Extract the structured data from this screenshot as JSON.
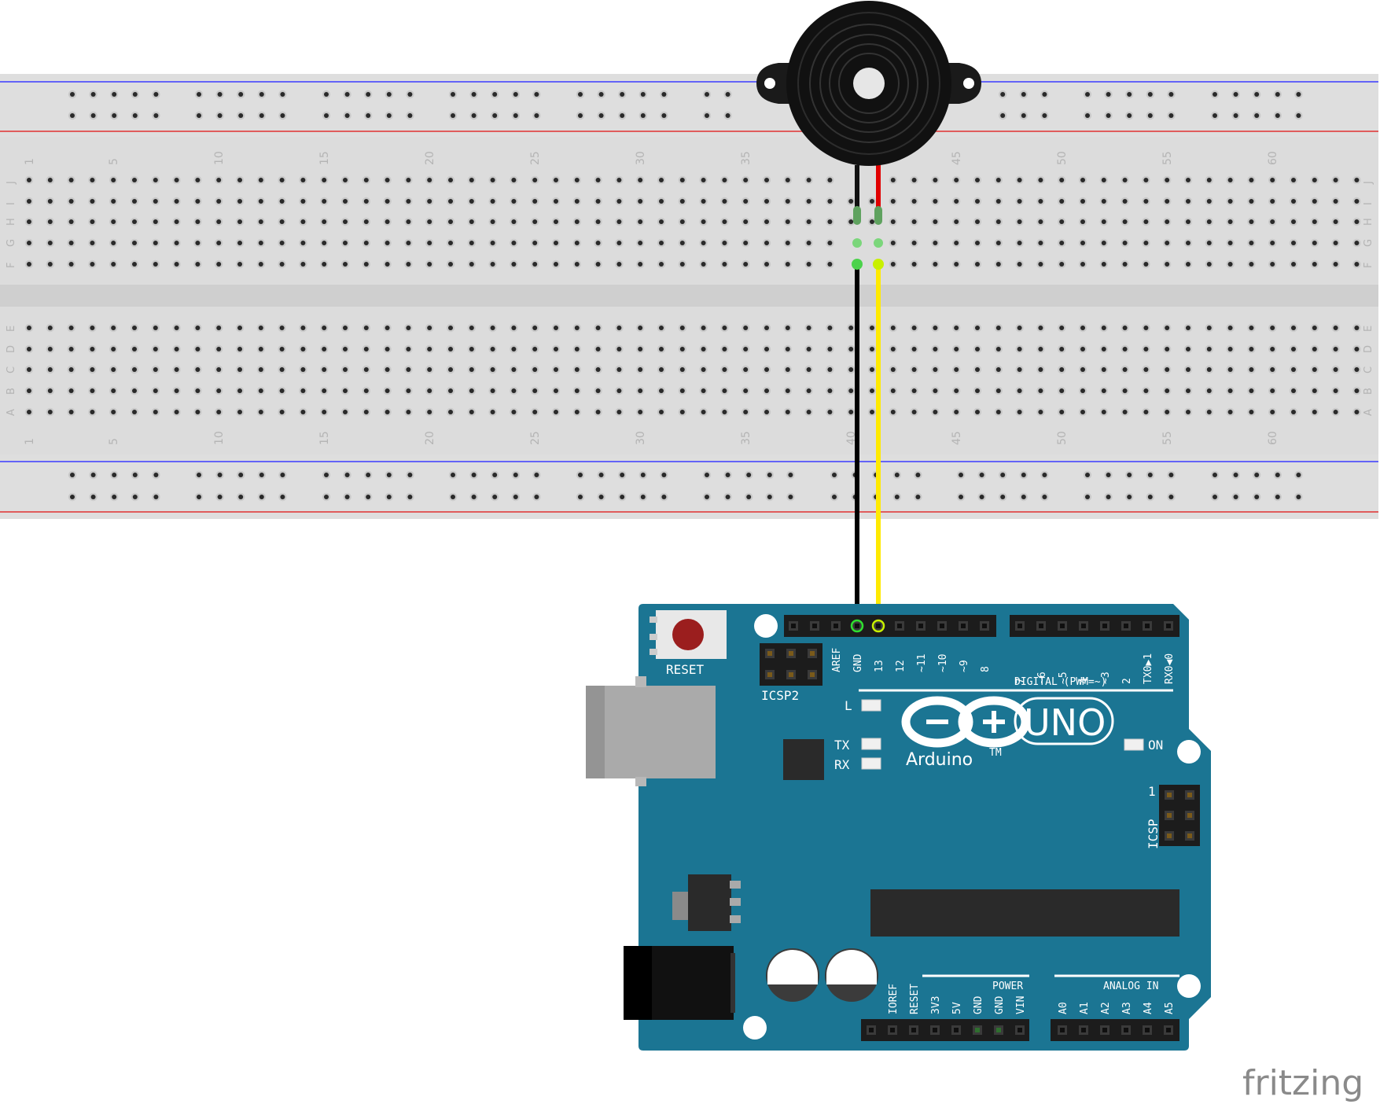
{
  "breadboard": {
    "column_numbers": [
      "1",
      "5",
      "10",
      "15",
      "20",
      "25",
      "30",
      "35",
      "40",
      "45",
      "50",
      "55",
      "60"
    ],
    "row_letters_top": [
      "J",
      "I",
      "H",
      "G",
      "F"
    ],
    "row_letters_bottom": [
      "E",
      "D",
      "C",
      "B",
      "A"
    ]
  },
  "arduino": {
    "brand": "Arduino",
    "trademark": "TM",
    "model": "UNO",
    "reset_label": "RESET",
    "icsp2_label": "ICSP2",
    "icsp_label": "ICSP",
    "icsp_pin1": "1",
    "digital_label": "DIGITAL (PWM=~)",
    "power_label": "POWER",
    "analog_label": "ANALOG IN",
    "led_l": "L",
    "led_tx": "TX",
    "led_rx": "RX",
    "led_on": "ON",
    "digital_pins_left": [
      "AREF",
      "GND",
      "13",
      "12",
      "~11",
      "~10",
      "~9",
      "8"
    ],
    "digital_pins_right": [
      "7",
      "~6",
      "~5",
      "4",
      "~3",
      "2",
      "TX0▶1",
      "RX0◀0"
    ],
    "power_pins": [
      "IOREF",
      "RESET",
      "3V3",
      "5V",
      "GND",
      "GND",
      "VIN"
    ],
    "analog_pins": [
      "A0",
      "A1",
      "A2",
      "A3",
      "A4",
      "A5"
    ]
  },
  "wires": {
    "gnd_color": "#000000",
    "signal_color": "#ffea00",
    "buzzer_red_lead": "#e00000"
  },
  "watermark": "fritzing"
}
